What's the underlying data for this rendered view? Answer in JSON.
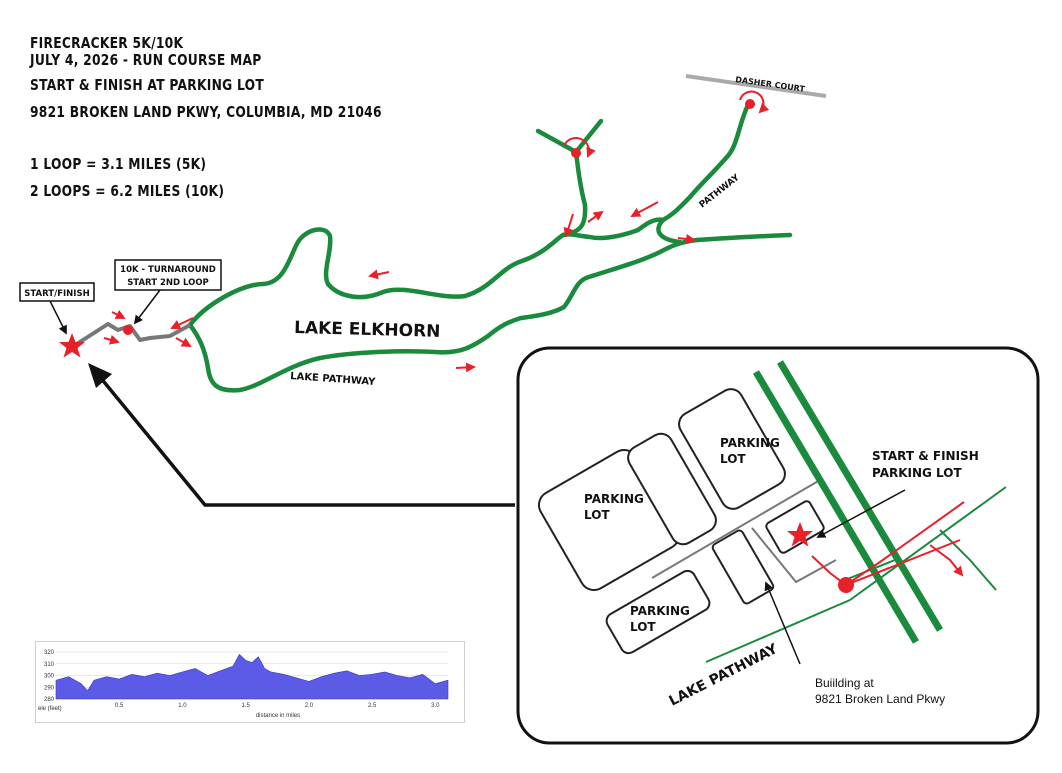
{
  "header": {
    "line1": "FIRECRACKER 5K/10K",
    "line2": "JULY 4, 2026 - RUN COURSE MAP",
    "line3": "START & FINISH AT PARKING LOT",
    "line4": "9821 BROKEN LAND PKWY, COLUMBIA, MD 21046",
    "loop1": "1 LOOP = 3.1 MILES (5K)",
    "loop2": "2 LOOPS = 6.2 MILES (10K)"
  },
  "map": {
    "start_finish": "START/FINISH",
    "turnaround_line1": "10K - TURNAROUND",
    "turnaround_line2": "START 2ND LOOP",
    "lake": "LAKE ELKHORN",
    "lake_pathway": "LAKE PATHWAY",
    "pathway": "PATHWAY",
    "dasher_court": "DASHER COURT"
  },
  "inset": {
    "parking_lot_a1": "PARKING",
    "parking_lot_a2": "LOT",
    "parking_lot_b1": "PARKING",
    "parking_lot_b2": "LOT",
    "parking_lot_c1": "PARKING",
    "parking_lot_c2": "LOT",
    "start_finish_line1": "START & FINISH",
    "start_finish_line2": "PARKING LOT",
    "lake_pathway": "LAKE PATHWAY",
    "building_line1": "Buiilding at",
    "building_line2": "9821 Broken Land Pkwy"
  },
  "colors": {
    "route_green": "#1a8a3c",
    "arrow_red": "#e8202a",
    "profile_fill": "#5b5be8"
  },
  "chart_data": {
    "type": "area",
    "title": "",
    "ylabel": "ele (feet)",
    "xlabel": "distance in miles",
    "ylim": [
      280,
      320
    ],
    "xlim": [
      0,
      3.1
    ],
    "yticks": [
      280,
      290,
      300,
      310,
      320
    ],
    "xticks": [
      0.5,
      1.0,
      1.5,
      2.0,
      2.5,
      3.0
    ],
    "grid": true,
    "x": [
      0,
      0.1,
      0.2,
      0.25,
      0.3,
      0.4,
      0.5,
      0.6,
      0.7,
      0.8,
      0.9,
      1.0,
      1.1,
      1.2,
      1.3,
      1.4,
      1.45,
      1.5,
      1.55,
      1.6,
      1.65,
      1.7,
      1.8,
      1.9,
      2.0,
      2.1,
      2.2,
      2.3,
      2.4,
      2.5,
      2.6,
      2.7,
      2.8,
      2.9,
      3.0,
      3.1
    ],
    "y": [
      296,
      299,
      293,
      287,
      296,
      299,
      297,
      301,
      299,
      302,
      300,
      303,
      306,
      300,
      304,
      308,
      318,
      313,
      311,
      316,
      306,
      303,
      301,
      298,
      295,
      299,
      302,
      304,
      300,
      301,
      303,
      300,
      298,
      301,
      293,
      296
    ]
  }
}
